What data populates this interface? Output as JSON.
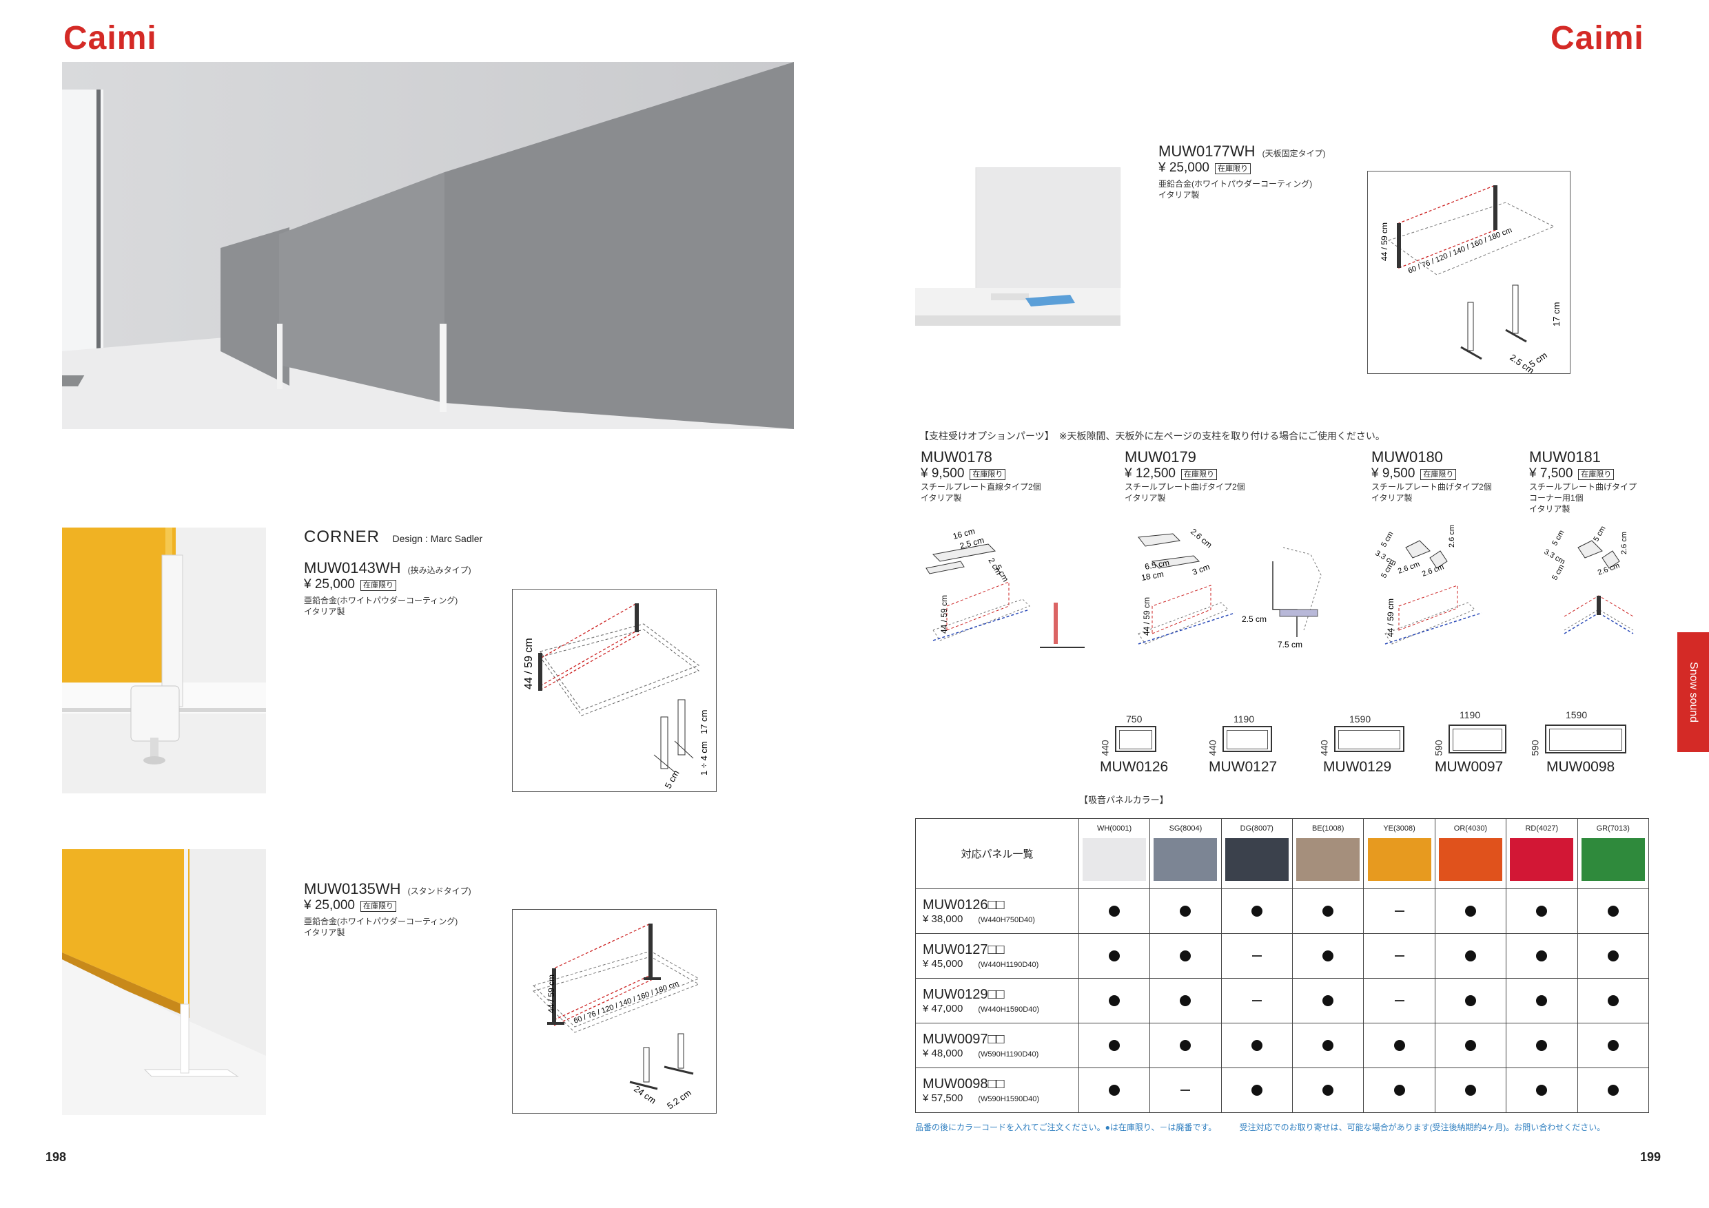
{
  "brand": "Caimi",
  "page_left": "198",
  "page_right": "199",
  "side_tab": "Snow sound",
  "corner": {
    "title": "CORNER",
    "design": "Design : Marc Sadler"
  },
  "stock_tag": "在庫限り",
  "products": {
    "muw0143": {
      "code": "MUW0143WH",
      "type": "(挟み込みタイプ)",
      "price": "¥ 25,000",
      "desc1": "亜鉛合金(ホワイトパウダーコーティング)",
      "desc2": "イタリア製"
    },
    "muw0135": {
      "code": "MUW0135WH",
      "type": "(スタンドタイプ)",
      "price": "¥ 25,000",
      "desc1": "亜鉛合金(ホワイトパウダーコーティング)",
      "desc2": "イタリア製"
    },
    "muw0177": {
      "code": "MUW0177WH",
      "type": "(天板固定タイプ)",
      "price": "¥ 25,000",
      "desc1": "亜鉛合金(ホワイトパウダーコーティング)",
      "desc2": "イタリア製"
    }
  },
  "diagram_labels": {
    "height": "44 / 59 cm",
    "widths": "60 / 76 / 120 / 140 / 160 / 180 cm",
    "d143_17": "17 cm",
    "d143_14": "1 ÷ 4 cm",
    "d143_5": "5 cm",
    "d135_24": "24 cm",
    "d135_52": "5.2 cm",
    "d177_17": "17 cm",
    "d177_25": "2.5 cm",
    "d177_5": "5 cm"
  },
  "options": {
    "heading": "【支柱受けオプションパーツ】　※天板隙間、天板外に左ページの支柱を取り付ける場合にご使用ください。",
    "items": [
      {
        "code": "MUW0178",
        "price": "¥ 9,500",
        "desc1": "スチールプレート直線タイプ2個",
        "desc2": "イタリア製",
        "desc3": ""
      },
      {
        "code": "MUW0179",
        "price": "¥ 12,500",
        "desc1": "スチールプレート曲げタイプ2個",
        "desc2": "イタリア製",
        "desc3": ""
      },
      {
        "code": "MUW0180",
        "price": "¥ 9,500",
        "desc1": "スチールプレート曲げタイプ2個",
        "desc2": "イタリア製",
        "desc3": ""
      },
      {
        "code": "MUW0181",
        "price": "¥ 7,500",
        "desc1": "スチールプレート曲げタイプ",
        "desc2": "コーナー用1個",
        "desc3": "イタリア製"
      }
    ],
    "d178": {
      "a": "16 cm",
      "b": "2.5 cm",
      "c": "2 cm",
      "d": "5 cm",
      "h": "44 / 59 cm"
    },
    "d179": {
      "a": "2.6 cm",
      "b": "6.5 cm",
      "c": "18 cm",
      "d": "3 cm",
      "h": "44 / 59 cm",
      "e": "2.5 cm",
      "f": "7.5 cm"
    },
    "d180": {
      "a": "5 cm",
      "b": "2.6 cm",
      "c": "3.3 cm",
      "d": "2.6 cm",
      "e": "2.6 cm",
      "f": "5 cm",
      "h": "44 / 59 cm"
    },
    "d181": {
      "a": "5 cm",
      "b": "5 cm",
      "c": "3.3 cm",
      "d": "2.6 cm",
      "e": "2.6 cm",
      "f": "5 cm"
    }
  },
  "panels": [
    {
      "code": "MUW0126",
      "w": "750",
      "h": "440"
    },
    {
      "code": "MUW0127",
      "w": "1190",
      "h": "440"
    },
    {
      "code": "MUW0129",
      "w": "1590",
      "h": "440"
    },
    {
      "code": "MUW0097",
      "w": "1190",
      "h": "590"
    },
    {
      "code": "MUW0098",
      "w": "1590",
      "h": "590"
    }
  ],
  "color_table": {
    "heading": "【吸音パネルカラー】",
    "row_header": "対応パネル一覧",
    "colors": [
      {
        "label": "WH(0001)",
        "hex": "#e8e8ea"
      },
      {
        "label": "SG(8004)",
        "hex": "#7c8594"
      },
      {
        "label": "DG(8007)",
        "hex": "#3b414c"
      },
      {
        "label": "BE(1008)",
        "hex": "#a58f7c"
      },
      {
        "label": "YE(3008)",
        "hex": "#e79a1f"
      },
      {
        "label": "OR(4030)",
        "hex": "#e0521c"
      },
      {
        "label": "RD(4027)",
        "hex": "#d21735"
      },
      {
        "label": "GR(7013)",
        "hex": "#2f8a3c"
      }
    ],
    "rows": [
      {
        "code": "MUW0126□□",
        "price": "¥ 38,000",
        "size": "(W440H750D40)",
        "avail": [
          1,
          1,
          1,
          1,
          0,
          1,
          1,
          1
        ]
      },
      {
        "code": "MUW0127□□",
        "price": "¥ 45,000",
        "size": "(W440H1190D40)",
        "avail": [
          1,
          1,
          0,
          1,
          0,
          1,
          1,
          1
        ]
      },
      {
        "code": "MUW0129□□",
        "price": "¥ 47,000",
        "size": "(W440H1590D40)",
        "avail": [
          1,
          1,
          0,
          1,
          0,
          1,
          1,
          1
        ]
      },
      {
        "code": "MUW0097□□",
        "price": "¥ 48,000",
        "size": "(W590H1190D40)",
        "avail": [
          1,
          1,
          1,
          1,
          1,
          1,
          1,
          1
        ]
      },
      {
        "code": "MUW0098□□",
        "price": "¥ 57,500",
        "size": "(W590H1590D40)",
        "avail": [
          1,
          0,
          1,
          1,
          1,
          1,
          1,
          1
        ]
      }
    ],
    "footnote1": "品番の後にカラーコードを入れてご注文ください。●は在庫限り、－は廃番です。",
    "footnote2": "受注対応でのお取り寄せは、可能な場合があります(受注後納期約4ヶ月)。お問い合わせください。"
  }
}
